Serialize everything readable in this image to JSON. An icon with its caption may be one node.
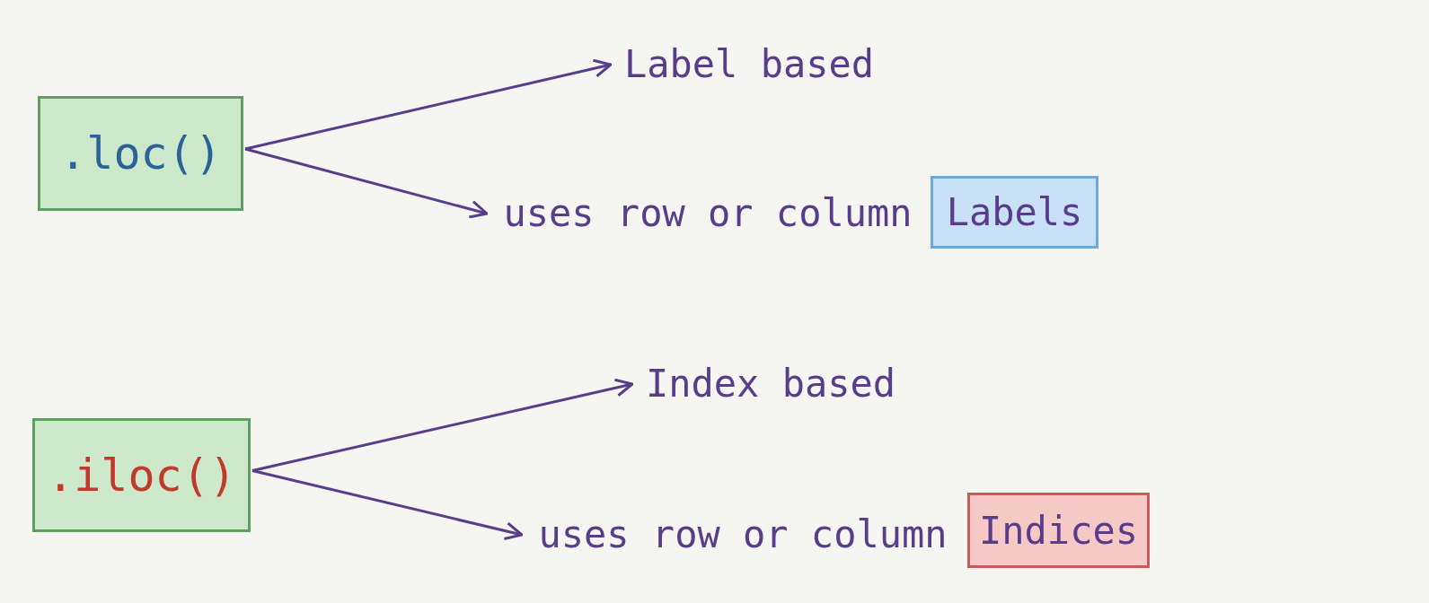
{
  "diagram": {
    "nodes": [
      {
        "text": [
          ".loc()"
        ]
      },
      {
        "text": [
          "Label based"
        ]
      },
      {
        "text": [
          "uses row or column"
        ]
      },
      {
        "text": [
          "Labels"
        ]
      },
      {
        "text": [
          ".iloc()"
        ]
      },
      {
        "text": [
          "Index based"
        ]
      },
      {
        "text": [
          "uses row or column"
        ]
      },
      {
        "text": [
          "Indices"
        ]
      }
    ],
    "edges": [
      {
        "from": 0,
        "to": 1,
        "arrow": "to"
      },
      {
        "from": 0,
        "to": 2,
        "arrow": "to"
      },
      {
        "from": 4,
        "to": 5,
        "arrow": "to"
      },
      {
        "from": 4,
        "to": 6,
        "arrow": "to"
      }
    ]
  }
}
